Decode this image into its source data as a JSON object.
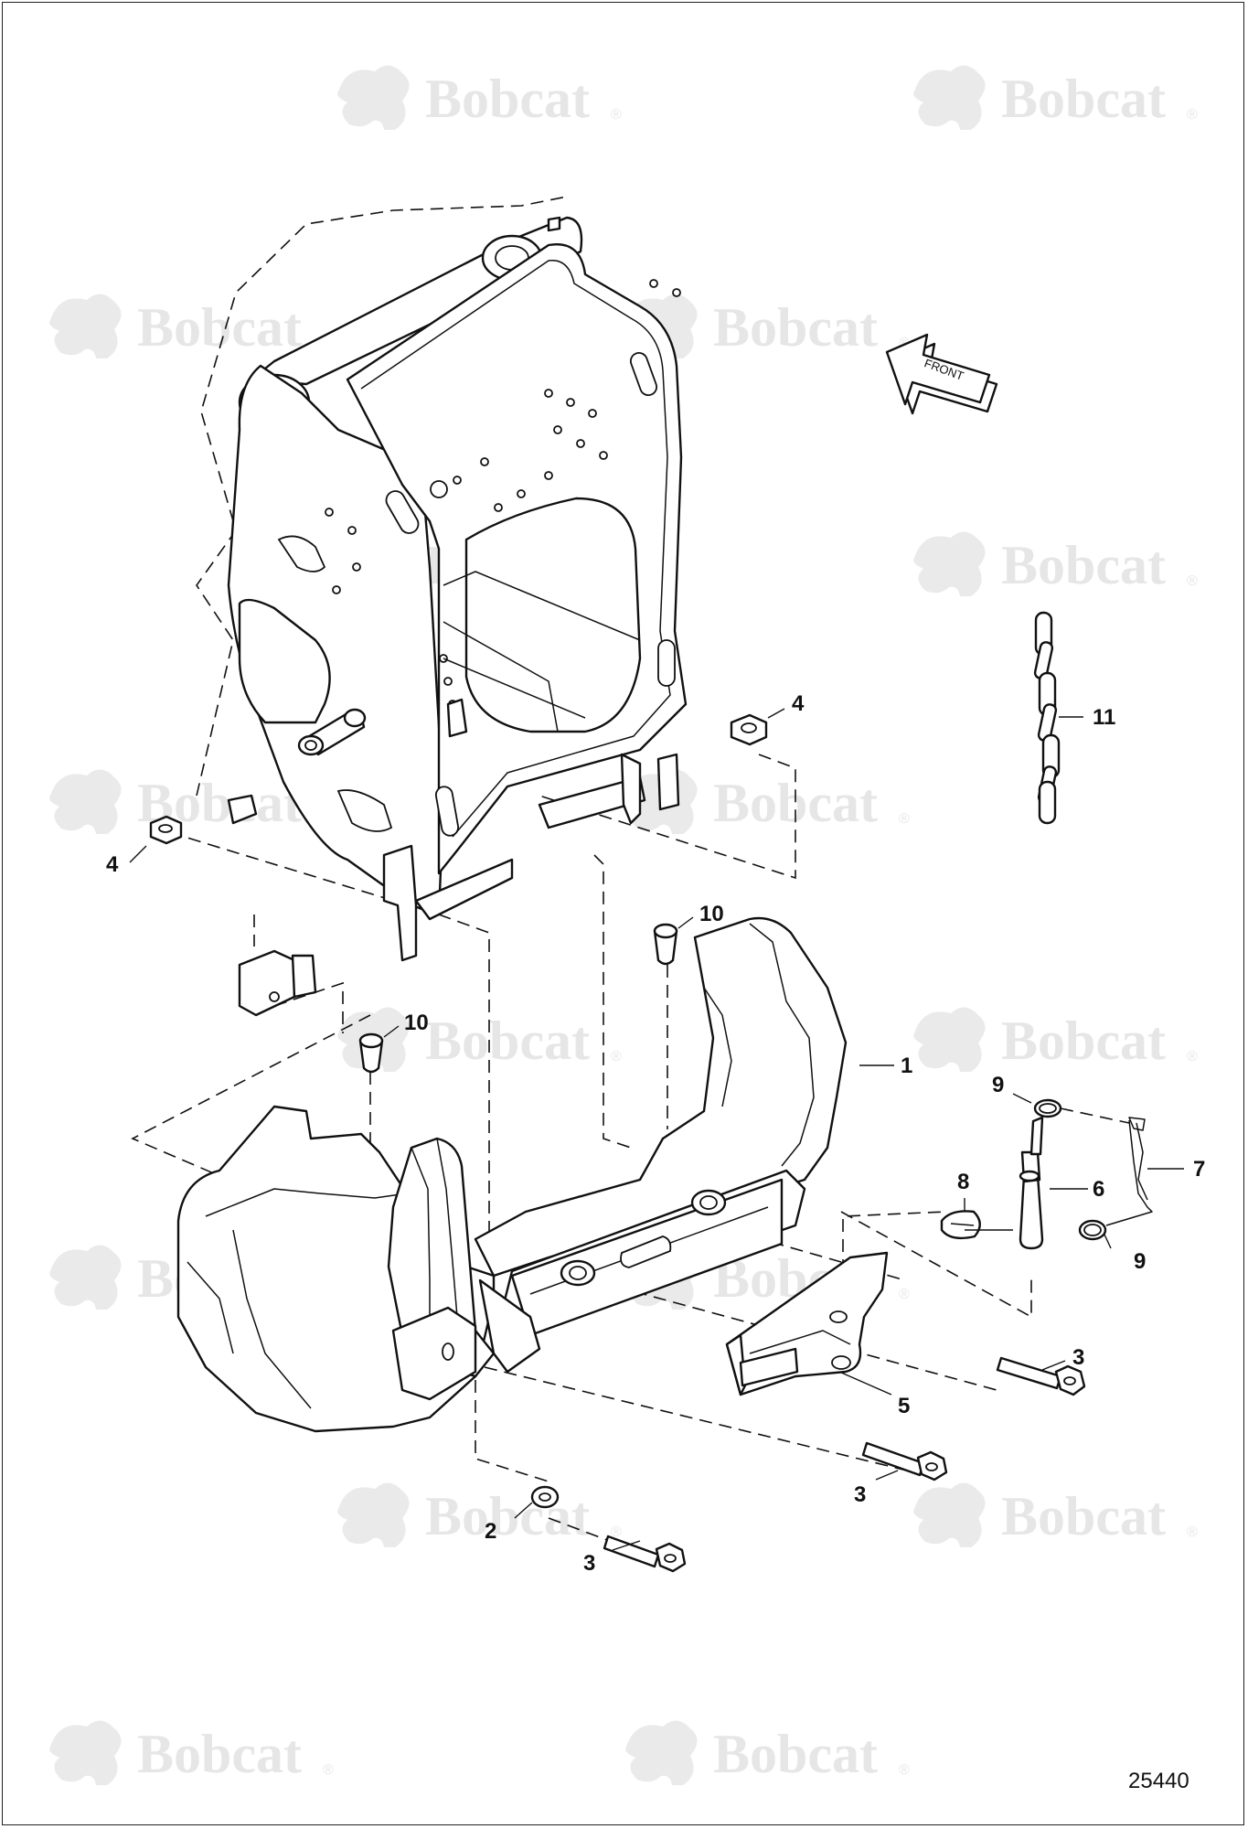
{
  "watermark": {
    "brand": "Bobcat",
    "registered": "®"
  },
  "front_arrow": {
    "label": "FRONT"
  },
  "callouts": [
    {
      "id": "c1",
      "label": "1",
      "part": "counterweight"
    },
    {
      "id": "c2",
      "label": "2",
      "part": "washer"
    },
    {
      "id": "c3a",
      "label": "3",
      "part": "bolt"
    },
    {
      "id": "c3b",
      "label": "3",
      "part": "bolt"
    },
    {
      "id": "c3c",
      "label": "3",
      "part": "bolt"
    },
    {
      "id": "c4a",
      "label": "4",
      "part": "nut"
    },
    {
      "id": "c4b",
      "label": "4",
      "part": "nut"
    },
    {
      "id": "c5",
      "label": "5",
      "part": "bracket"
    },
    {
      "id": "c6",
      "label": "6",
      "part": "pin"
    },
    {
      "id": "c7",
      "label": "7",
      "part": "lanyard"
    },
    {
      "id": "c8",
      "label": "8",
      "part": "lynch-clip"
    },
    {
      "id": "c9a",
      "label": "9",
      "part": "ring"
    },
    {
      "id": "c9b",
      "label": "9",
      "part": "ring"
    },
    {
      "id": "c10a",
      "label": "10",
      "part": "plug"
    },
    {
      "id": "c10b",
      "label": "10",
      "part": "plug"
    },
    {
      "id": "c11",
      "label": "11",
      "part": "chain"
    }
  ],
  "drawing_number": "25440"
}
